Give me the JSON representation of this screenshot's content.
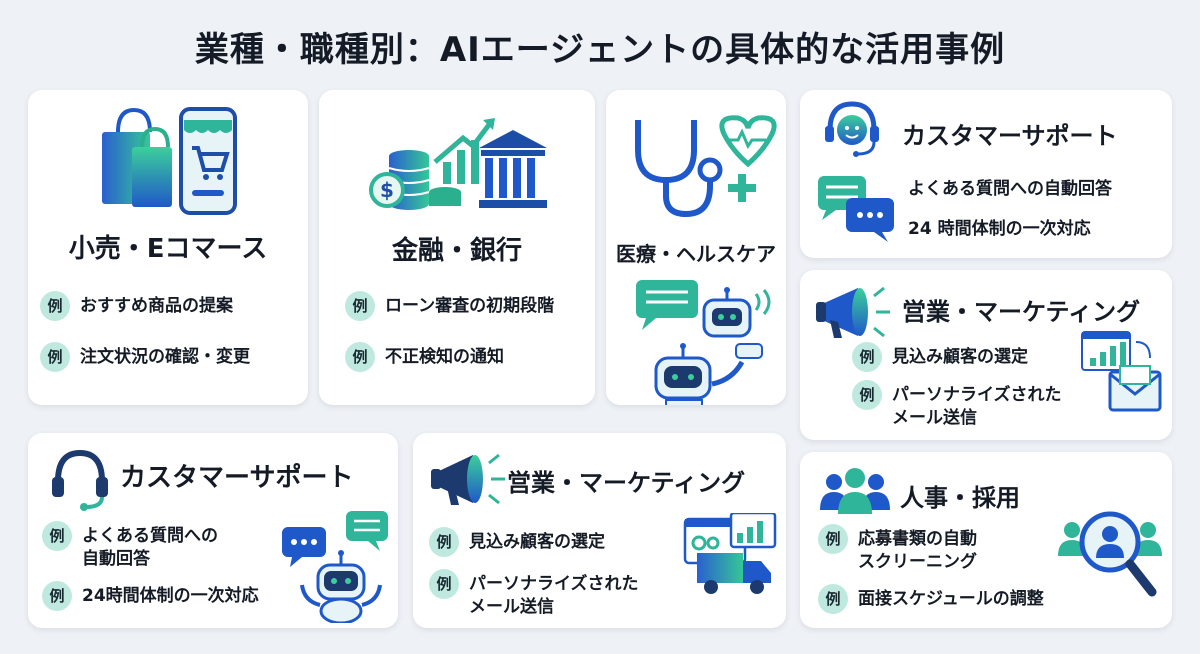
{
  "title": "業種・職種別：AIエージェントの具体的な活用事例",
  "badge_label": "例",
  "retail": {
    "title": "小売・Eコマース",
    "items": [
      "おすすめ商品の提案",
      "注文状況の確認・変更"
    ]
  },
  "finance": {
    "title": "金融・銀行",
    "items": [
      "ローン審査の初期段階",
      "不正検知の通知"
    ]
  },
  "healthcare": {
    "title": "医療・ヘルスケア"
  },
  "support_top": {
    "title": "カスタマーサポート",
    "items": [
      "よくある質問への自動回答",
      "24 時間体制の一次対応"
    ]
  },
  "marketing_right": {
    "title": "営業・マーケティング",
    "items": [
      "見込み顧客の選定",
      "パーソナライズされた\nメール送信"
    ]
  },
  "support_bottom": {
    "title": "カスタマーサポート",
    "items": [
      "よくある質問への\n自動回答",
      "24時間体制の一次対応"
    ]
  },
  "marketing_bottom": {
    "title": "営業・マーケティング",
    "items": [
      "見込み顧客の選定",
      "パーソナライズされた\nメール送信"
    ]
  },
  "hr": {
    "title": "人事・採用",
    "items": [
      "応募書類の自動\nスクリーニング",
      "面接スケジュールの調整"
    ]
  },
  "colors": {
    "teal": "#2fb59a",
    "blue": "#2a6fd6",
    "navy": "#1c3a6e",
    "badge": "#bfe9df"
  }
}
